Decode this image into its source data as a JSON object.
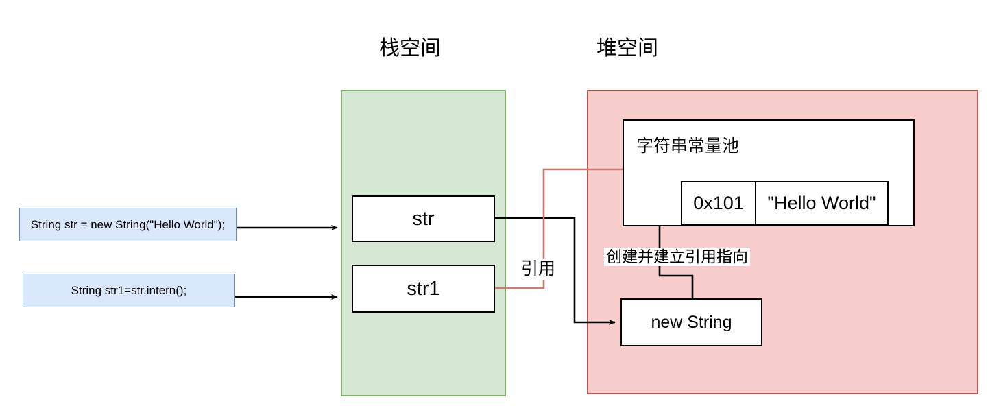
{
  "diagram": {
    "title_stack": "栈空间",
    "title_heap": "堆空间",
    "code_statements": [
      "String str = new String(\"Hello World\");",
      "String str1=str.intern();"
    ],
    "stack_variables": [
      {
        "name": "str"
      },
      {
        "name": "str1"
      }
    ],
    "heap": {
      "pool_title": "字符串常量池",
      "pool_entry": {
        "address": "0x101",
        "value": "\"Hello World\""
      },
      "object_label": "new String"
    },
    "edge_labels": {
      "reference": "引用",
      "create_and_point": "创建并建立引用指向"
    },
    "colors": {
      "stack_fill": "#d5e8d4",
      "stack_border": "#82b366",
      "heap_fill": "#f8cecc",
      "heap_border": "#b85450",
      "code_fill": "#dae8fc",
      "code_border": "#6c8ebf",
      "node_border": "#000000",
      "arrow_black": "#000000",
      "arrow_red": "#d4776f"
    }
  }
}
